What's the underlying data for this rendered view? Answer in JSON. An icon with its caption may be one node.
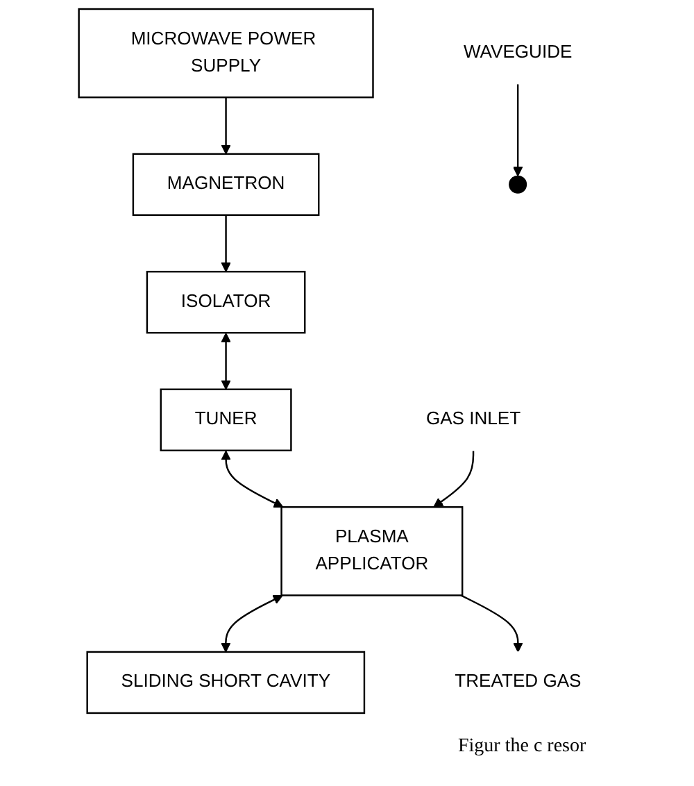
{
  "diagram": {
    "caption": "Figur the c resor",
    "nodes": [
      {
        "text": [
          "MICROWAVE POWER SUPPLY"
        ]
      },
      {
        "text": [
          "MAGNETRON"
        ]
      },
      {
        "text": [
          "ISOLATOR"
        ]
      },
      {
        "text": [
          "TUNER"
        ]
      },
      {
        "text": [
          "PLASMA",
          "APPLICATOR"
        ]
      },
      {
        "text": [
          "SLIDING SHORT CAVITY"
        ]
      },
      {
        "text": [
          "TREATED GAS"
        ]
      },
      {
        "text": [
          "GAS INLET"
        ]
      },
      {
        "text": [
          "WAVEGUIDE"
        ]
      }
    ],
    "edges": [
      {
        "from": 0,
        "to": 1,
        "arrow": "to"
      },
      {
        "from": 1,
        "to": 2,
        "arrow": "to"
      },
      {
        "from": 2,
        "to": 3,
        "arrow": "both"
      },
      {
        "from": 3,
        "to": 4,
        "arrow": "both"
      },
      {
        "from": 4,
        "to": 5,
        "arrow": "both"
      },
      {
        "from": 4,
        "to": 6,
        "arrow": "to"
      },
      {
        "from": 7,
        "to": 4,
        "arrow": "to"
      },
      {
        "from": 8,
        "to": null,
        "arrow": "to"
      }
    ]
  }
}
